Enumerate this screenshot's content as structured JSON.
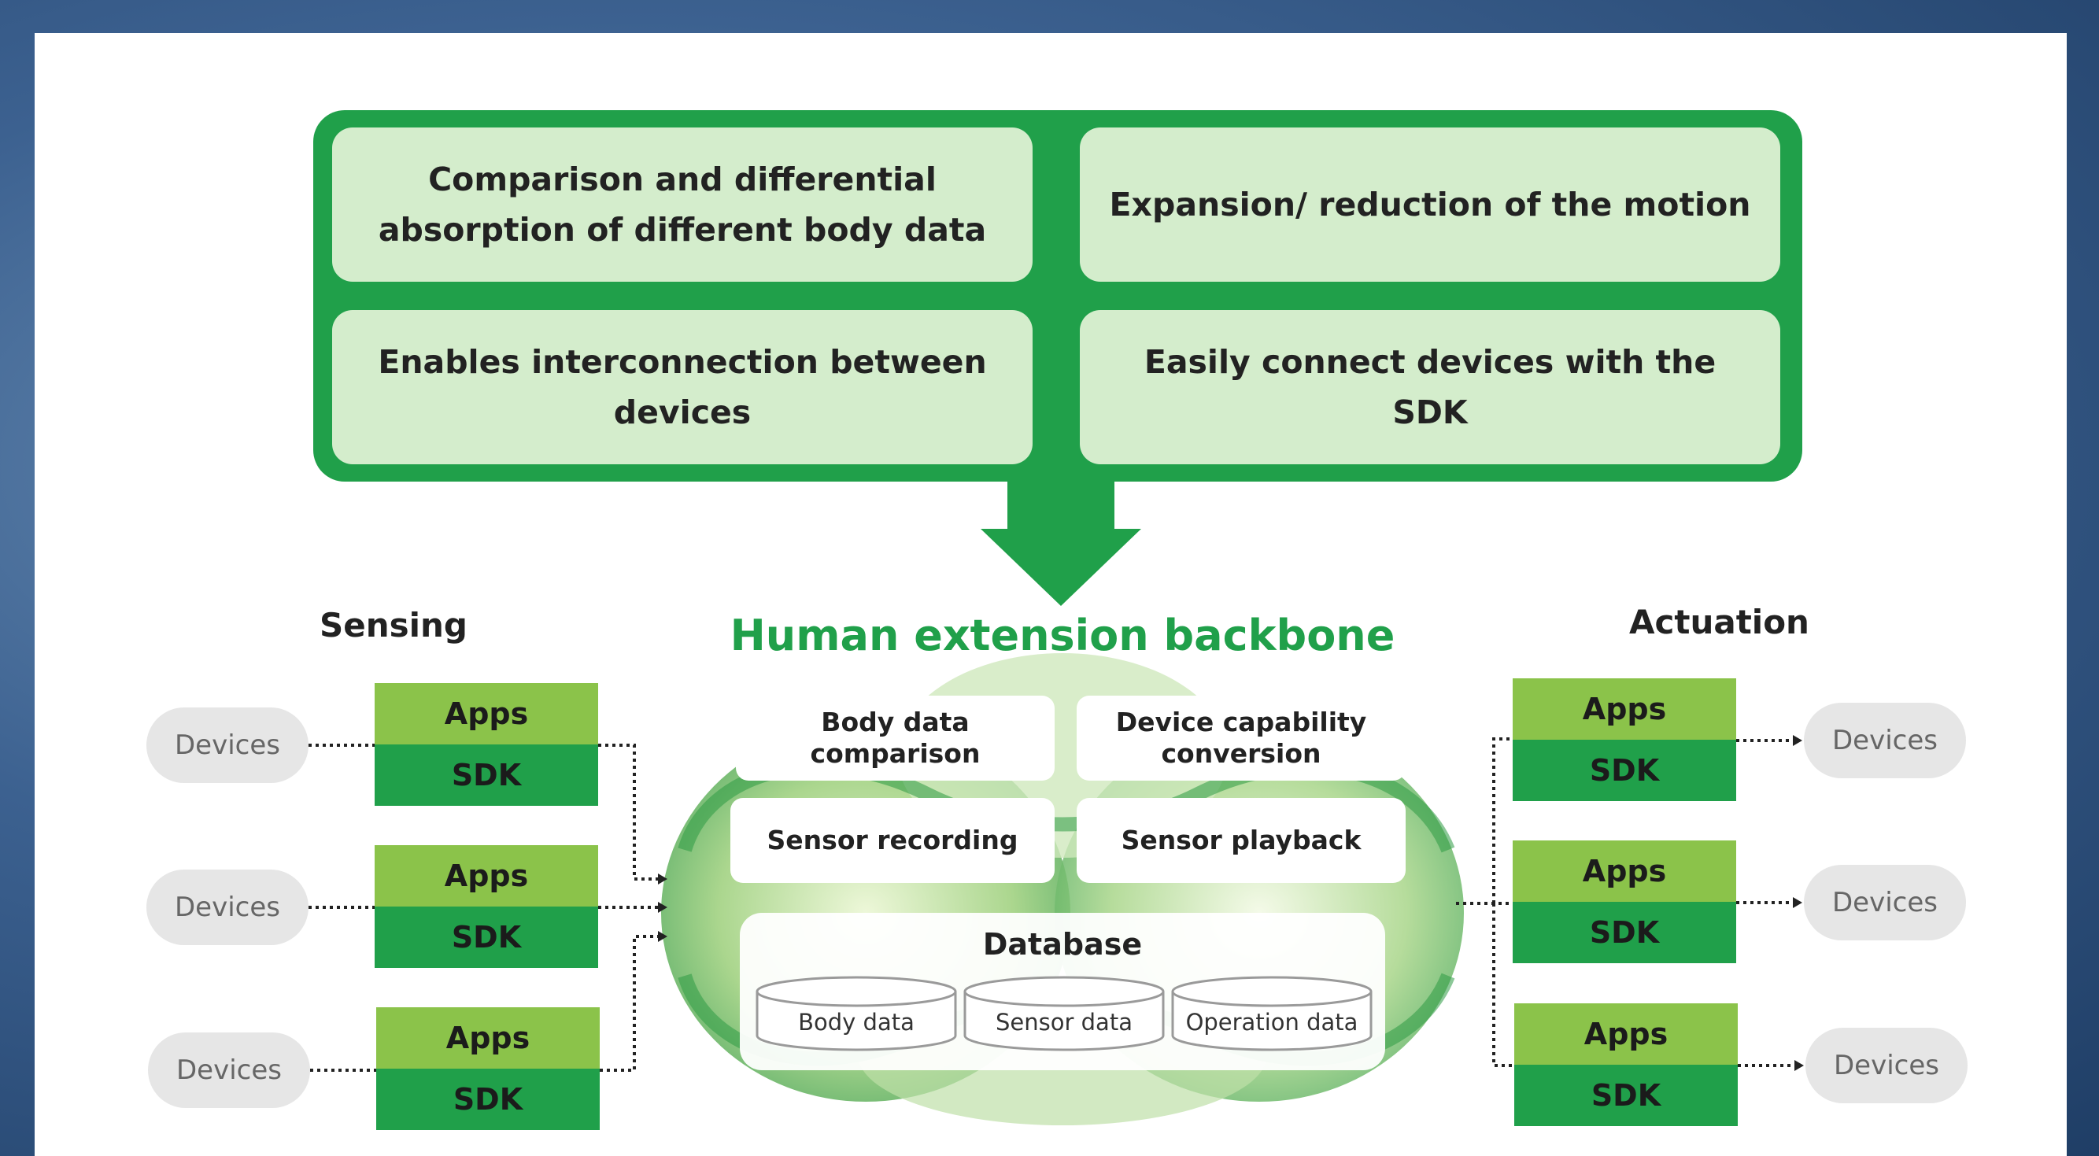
{
  "features": [
    "Comparison and differential absorption of different body data",
    "Expansion/ reduction of the motion",
    "Enables interconnection between devices",
    "Easily connect devices with the SDK"
  ],
  "sensing_heading": "Sensing",
  "actuation_heading": "Actuation",
  "backbone": {
    "title": "Human extension backbone",
    "functions": [
      "Body data comparison",
      "Device capability conversion",
      "Sensor recording",
      "Sensor playback"
    ],
    "database": {
      "title": "Database",
      "stores": [
        "Body data",
        "Sensor data",
        "Operation data"
      ]
    }
  },
  "stack_labels": {
    "apps": "Apps",
    "sdk": "SDK"
  },
  "devices_label": "Devices",
  "colors": {
    "green": "#20a04a",
    "light_green": "#8bc34a",
    "pale_green": "#d4edcc",
    "device_gray": "#e6e6e6"
  }
}
